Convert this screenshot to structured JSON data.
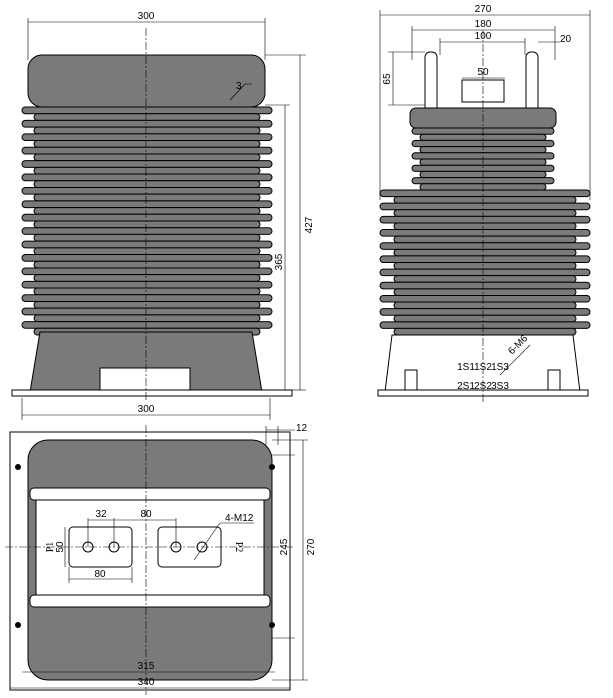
{
  "front_view": {
    "width_top": "300",
    "gap": "3",
    "height_total": "427",
    "height_body": "365",
    "width_bottom": "300"
  },
  "side_view": {
    "width": "270",
    "terminal_span": "180",
    "inner_span": "100",
    "terminal_offset": "20",
    "terminal_height": "65",
    "terminal_gap": "50",
    "secondary_terminals": [
      "1S1",
      "1S2",
      "1S3",
      "2S1",
      "2S2",
      "3S3"
    ],
    "screw_note": "6-M6"
  },
  "bottom_view": {
    "slot": "12",
    "hole_spacing": "32",
    "terminal_spacing": "80",
    "plate_width": "80",
    "plate_height": "50",
    "primary_left": "P1",
    "primary_right": "P2",
    "bolt_note": "4-M12",
    "mount_inner": "245",
    "mount_outer": "270",
    "base_inner": "315",
    "base_outer": "340"
  },
  "colors": {
    "body": "#7a7a7a",
    "line": "#000000"
  }
}
